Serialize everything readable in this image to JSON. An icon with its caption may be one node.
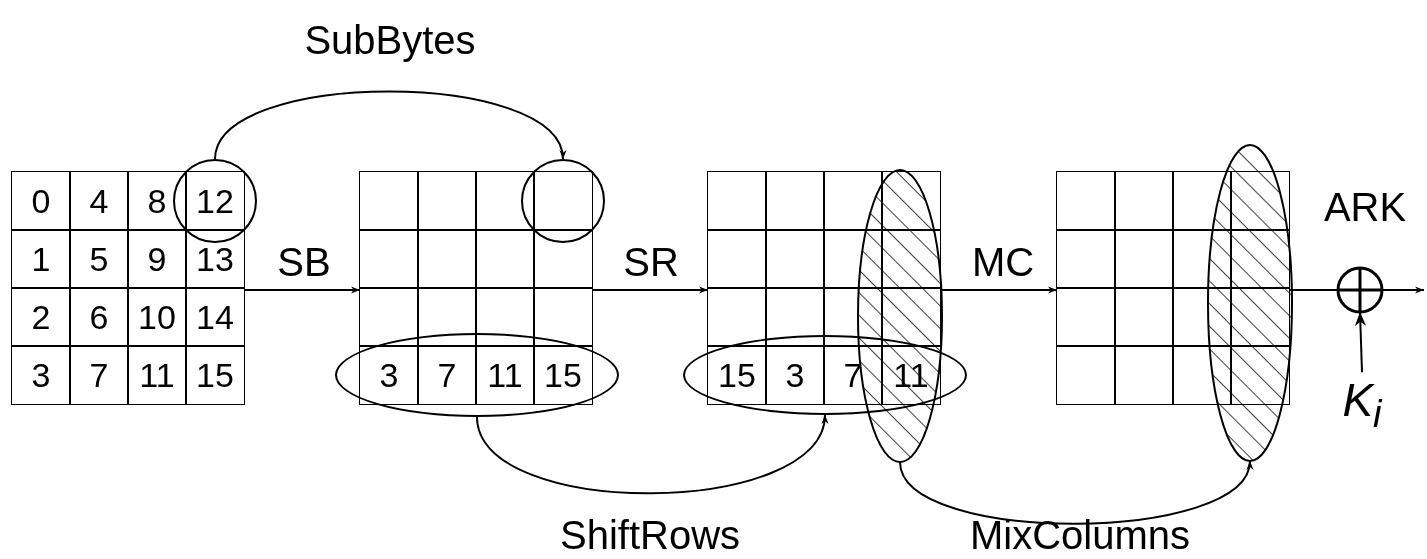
{
  "diagram": {
    "nodes": [
      {
        "text": [
          "0",
          "4",
          "8",
          "1",
          "5",
          "9",
          "13",
          "2",
          "6",
          "10",
          "14",
          "3",
          "7",
          "11",
          "15"
        ]
      },
      {
        "text": [
          "12"
        ]
      },
      {
        "text": [],
        "shape": "grid"
      },
      {
        "text": [],
        "shape": "circle"
      },
      {
        "text": [
          "3",
          "7",
          "11",
          "15"
        ]
      },
      {
        "text": [],
        "shape": "grid"
      },
      {
        "text": [
          "15",
          "3",
          "7",
          "11"
        ]
      },
      {
        "text": [],
        "shape": "ellipse"
      },
      {
        "text": [],
        "shape": "grid"
      },
      {
        "text": [],
        "shape": "ellipse"
      },
      {
        "text": [],
        "shape": "circle",
        "beside": [
          "ARK"
        ]
      },
      {
        "text": [
          "K$_{i}$"
        ]
      }
    ],
    "edges": [
      {
        "from": 0,
        "to": 2,
        "arrow": "to",
        "label": "SB"
      },
      {
        "from": 2,
        "to": 5,
        "arrow": "to",
        "label": "SR"
      },
      {
        "from": 5,
        "to": 8,
        "arrow": "to",
        "label": "MC"
      },
      {
        "from": 8,
        "to": 10,
        "arrow": "none"
      },
      {
        "from": 10,
        "to": null,
        "arrow": "to"
      },
      {
        "from": 1,
        "to": 3,
        "arrow": "to",
        "label": "SubBytes"
      },
      {
        "from": 4,
        "to": 6,
        "arrow": "to",
        "label": "ShiftRows"
      },
      {
        "from": 7,
        "to": 9,
        "arrow": "to",
        "label": "MixColumns"
      },
      {
        "from": 11,
        "to": 10,
        "arrow": "to"
      }
    ]
  }
}
